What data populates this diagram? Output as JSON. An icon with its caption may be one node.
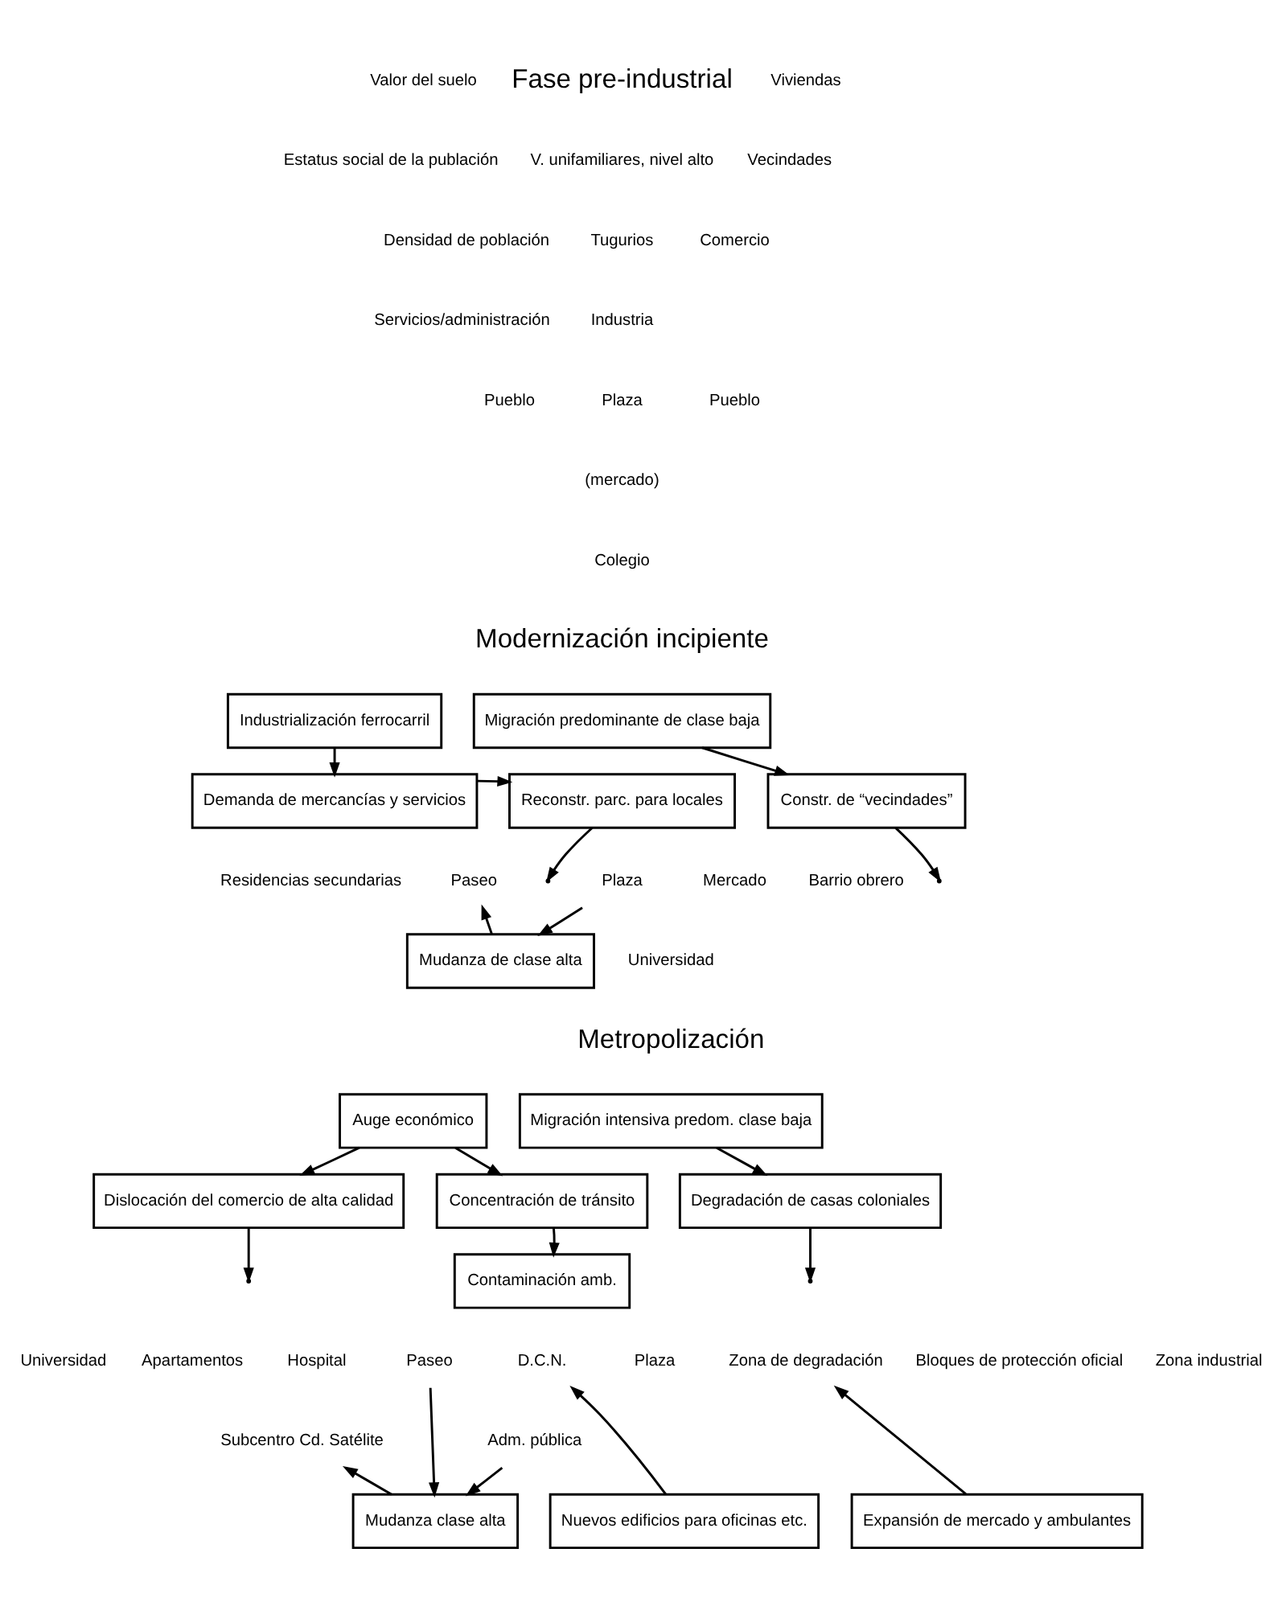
{
  "diagram": {
    "nodes": [
      {
        "text": [
          "Industrialización ferrocarril"
        ]
      },
      {
        "text": [
          "Demanda de mercancías y servicios"
        ]
      },
      {
        "text": [
          "Reconstr. parc. para locales"
        ]
      },
      {
        "text": [
          "Migración predominante de clase baja"
        ]
      },
      {
        "text": [
          "Constr. de “vecindades”"
        ]
      },
      {
        "text": [
          "Mudanza de clase alta"
        ]
      },
      {
        "text": [
          "Auge económico"
        ]
      },
      {
        "text": [
          "Dislocación del comercio de alta calidad"
        ]
      },
      {
        "text": [
          "Concentración de tránsito"
        ]
      },
      {
        "text": [
          "Contaminación amb."
        ]
      },
      {
        "text": [
          "Migración intensiva predom. clase baja"
        ]
      },
      {
        "text": [
          "Degradación de casas coloniales"
        ]
      },
      {
        "text": [
          "Mudanza clase alta"
        ]
      },
      {
        "text": [
          "Nuevos edificios para oficinas etc."
        ]
      },
      {
        "text": [
          "Expansión de mercado y ambulantes"
        ]
      },
      {
        "text": [
          "Paseo"
        ]
      },
      {
        "text": [
          "Plaza"
        ]
      },
      {
        "text": [
          "Subcentro Cd. Satélite"
        ]
      },
      {
        "text": [
          "Paseo"
        ]
      },
      {
        "text": [
          "Adm. pública"
        ]
      },
      {
        "text": [
          "D.C.N."
        ]
      },
      {
        "text": [
          "Zona de degradación"
        ]
      }
    ],
    "edges": [
      {
        "from": 0,
        "to": 1,
        "arrow": "to"
      },
      {
        "from": 1,
        "to": 2,
        "arrow": "to"
      },
      {
        "from": 3,
        "to": 4,
        "arrow": "to"
      },
      {
        "from": 2,
        "to": null,
        "arrow": "to"
      },
      {
        "from": 4,
        "to": null,
        "arrow": "to"
      },
      {
        "from": 16,
        "to": 5,
        "arrow": "to"
      },
      {
        "from": 5,
        "to": 15,
        "arrow": "to"
      },
      {
        "from": 6,
        "to": 7,
        "arrow": "to"
      },
      {
        "from": 6,
        "to": 8,
        "arrow": "to"
      },
      {
        "from": 8,
        "to": 9,
        "arrow": "to"
      },
      {
        "from": 10,
        "to": 11,
        "arrow": "to"
      },
      {
        "from": 7,
        "to": null,
        "arrow": "to"
      },
      {
        "from": 11,
        "to": null,
        "arrow": "to"
      },
      {
        "from": 12,
        "to": 17,
        "arrow": "to"
      },
      {
        "from": 18,
        "to": 12,
        "arrow": "to"
      },
      {
        "from": 19,
        "to": 12,
        "arrow": "to"
      },
      {
        "from": 13,
        "to": 20,
        "arrow": "to"
      },
      {
        "from": 14,
        "to": 21,
        "arrow": "to"
      }
    ],
    "labels": [
      "Fase pre-industrial",
      "Pueblo",
      "Plaza",
      "(mercado)",
      "Colegio",
      "Pueblo",
      "Modernización incipiente",
      "Residencias secundarias",
      "Mercado",
      "Universidad",
      "Barrio obrero",
      "Metropolización",
      "Universidad",
      "Apartamentos",
      "Hospital",
      "Plaza",
      "Bloques de protección oficial",
      "Zona industrial"
    ],
    "legend": [
      {
        "text": "Valor del suelo"
      },
      {
        "text": "Estatus social de la publación"
      },
      {
        "text": "Densidad de población"
      },
      {
        "text": "Viviendas"
      },
      {
        "text": "V. unifamiliares, nivel alto"
      },
      {
        "text": "Vecindades"
      },
      {
        "text": "Tugurios"
      },
      {
        "text": "Comercio"
      },
      {
        "text": "Servicios/administración"
      },
      {
        "text": "Industria"
      }
    ]
  }
}
